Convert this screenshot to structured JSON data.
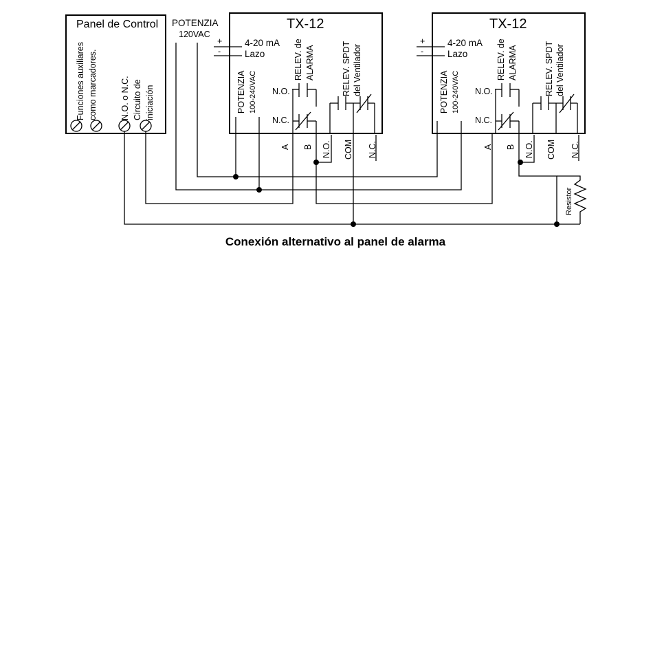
{
  "panel": {
    "title": "Panel de Control",
    "aux_line1": "Funciones auxiliares",
    "aux_line2": "como marcadores.",
    "init_line1": "N.O. o N.C.",
    "init_line2": "Circuito de",
    "init_line3": "iniciación"
  },
  "supply": {
    "label": "POTENZIA",
    "voltage": "120VAC"
  },
  "transmitters": [
    {
      "title": "TX-12",
      "loop_plus": "+",
      "loop_minus": "-",
      "loop_current": "4-20 mA",
      "loop_label": "Lazo",
      "power_label": "POTENZIA",
      "power_range": "100-240VAC",
      "alarm_relay_line1": "RELEV. de",
      "alarm_relay_line2": "ALARMA",
      "contact_no": "N.O.",
      "contact_nc": "N.C.",
      "fan_relay_line1": "RELEV. SPDT",
      "fan_relay_line2": "del Ventilador",
      "term_a": "A",
      "term_b": "B",
      "term_no": "N.O.",
      "term_com": "COM",
      "term_nc": "N.C."
    },
    {
      "title": "TX-12",
      "loop_plus": "+",
      "loop_minus": "-",
      "loop_current": "4-20 mA",
      "loop_label": "Lazo",
      "power_label": "POTENZIA",
      "power_range": "100-240VAC",
      "alarm_relay_line1": "RELEV. de",
      "alarm_relay_line2": "ALARMA",
      "contact_no": "N.O.",
      "contact_nc": "N.C.",
      "fan_relay_line1": "RELEV. SPDT",
      "fan_relay_line2": "del Ventilador",
      "term_a": "A",
      "term_b": "B",
      "term_no": "N.O.",
      "term_com": "COM",
      "term_nc": "N.C."
    }
  ],
  "resistor_label": "Resistor",
  "caption": "Conexión alternativo al panel de alarma"
}
